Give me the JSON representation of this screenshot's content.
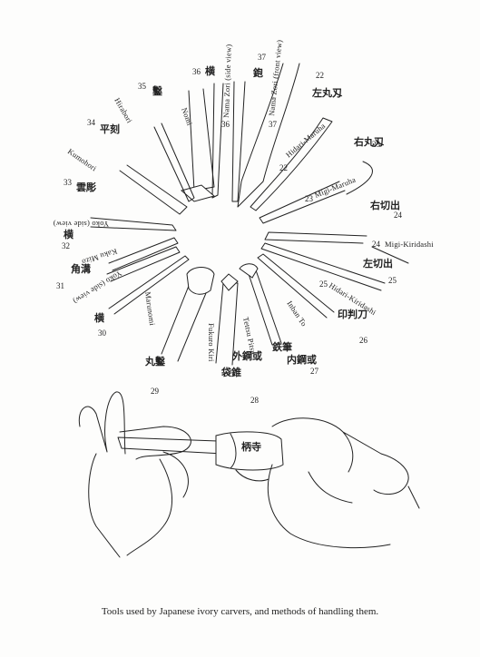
{
  "caption": "Tools used by Japanese ivory carvers, and methods of handling them.",
  "tools": [
    {
      "n": "22",
      "name": "Hidari-Maruha",
      "kanji": "左丸刄"
    },
    {
      "n": "23",
      "name": "Migi-Maruha",
      "kanji": "右丸刄"
    },
    {
      "n": "24",
      "name": "Migi-Kiridashi",
      "kanji": "右切出"
    },
    {
      "n": "25",
      "name": "Hidari-Kiridashi",
      "kanji": "左切出"
    },
    {
      "n": "26",
      "name": "Inban To",
      "kanji": "印判刀"
    },
    {
      "n": "27",
      "name": "Tettsu Pitsu",
      "kanji": "鉄筆"
    },
    {
      "n": "28",
      "name": "Fukuro Kiri",
      "kanji": "袋錐"
    },
    {
      "n": "29",
      "name": "Marunomi",
      "kanji": "丸鑿"
    },
    {
      "n": "30",
      "name": "Yoko (side view)",
      "kanji": "横"
    },
    {
      "n": "31",
      "name": "Kaku Mizo",
      "kanji": "角溝"
    },
    {
      "n": "32",
      "name": "Yoko (side view)",
      "kanji": "横"
    },
    {
      "n": "33",
      "name": "Kumohori",
      "kanji": "雲彫"
    },
    {
      "n": "34",
      "name": "Hirabori",
      "kanji": "平刻"
    },
    {
      "n": "35",
      "name": "Nomi",
      "kanji": "鑿"
    },
    {
      "n": "36",
      "name": "Nama Zori (side view)",
      "kanji": "横"
    },
    {
      "n": "37",
      "name": "Nama Zori (front view)",
      "kanji": "鉋"
    }
  ],
  "annotations": {
    "n28_extra": "外鋼或",
    "n27_extra": "内鋼或",
    "handle_stamp": "柄寺"
  }
}
